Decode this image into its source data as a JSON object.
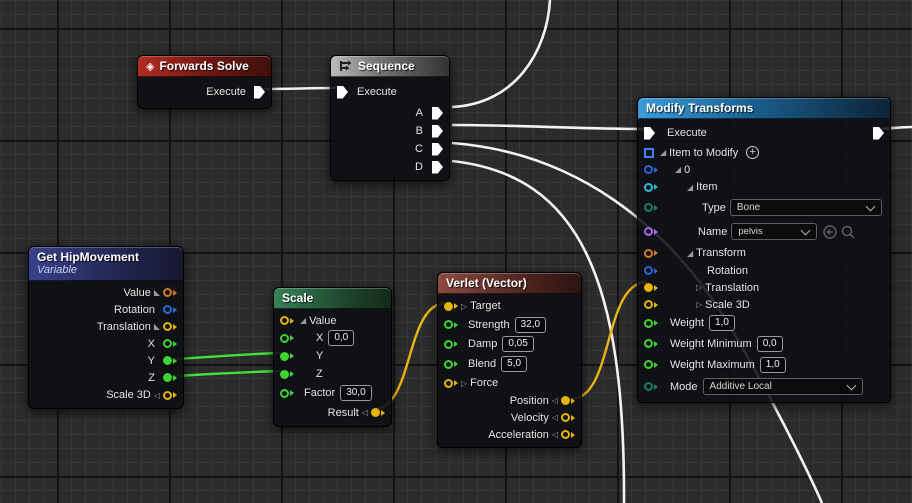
{
  "graph": {
    "type": "blueprint-node-graph",
    "colors": {
      "exec_wire": "#f2f2f2",
      "vector_pin": "#e6b40a",
      "float_pin": "#3fd435",
      "rotation_pin": "#2a6ad8",
      "transform_pin": "#cf7a24",
      "item_pin": "#30b8d8",
      "enum_pin": "#1d7a63",
      "name_pin": "#a66be0",
      "array_pin": "#3b82f6",
      "header_red": "#b02c20",
      "header_blue": "#3b9cdb",
      "header_green": "#368257",
      "header_navy": "#39418c",
      "header_maroon": "#8c4a42",
      "header_grey": "#bcbcbc"
    }
  },
  "nodes": {
    "forwards_solve": {
      "title": "Forwards Solve",
      "execute_label": "Execute"
    },
    "sequence": {
      "title": "Sequence",
      "execute_label": "Execute",
      "outputs": [
        "A",
        "B",
        "C",
        "D"
      ]
    },
    "modify_transforms": {
      "title": "Modify Transforms",
      "execute_label": "Execute",
      "item_to_modify_label": "Item to Modify",
      "index_label": "0",
      "item_label": "Item",
      "type_label": "Type",
      "type_value": "Bone",
      "name_label": "Name",
      "name_value": "pelvis",
      "transform_label": "Transform",
      "rotation_label": "Rotation",
      "translation_label": "Translation",
      "scale3d_label": "Scale 3D",
      "weight_label": "Weight",
      "weight_value": "1,0",
      "weight_min_label": "Weight Minimum",
      "weight_min_value": "0,0",
      "weight_max_label": "Weight Maximum",
      "weight_max_value": "1,0",
      "mode_label": "Mode",
      "mode_value": "Additive Local"
    },
    "get_hipmovement": {
      "title": "Get HipMovement",
      "subtitle": "Variable",
      "pins": [
        "Value",
        "Rotation",
        "Translation",
        "X",
        "Y",
        "Z",
        "Scale 3D"
      ]
    },
    "scale": {
      "title": "Scale",
      "value_label": "Value",
      "x_label": "X",
      "x_value": "0,0",
      "y_label": "Y",
      "z_label": "Z",
      "factor_label": "Factor",
      "factor_value": "30,0",
      "result_label": "Result"
    },
    "verlet": {
      "title": "Verlet (Vector)",
      "target_label": "Target",
      "strength_label": "Strength",
      "strength_value": "32,0",
      "damp_label": "Damp",
      "damp_value": "0,05",
      "blend_label": "Blend",
      "blend_value": "5,0",
      "force_label": "Force",
      "position_label": "Position",
      "velocity_label": "Velocity",
      "acceleration_label": "Acceleration"
    }
  }
}
